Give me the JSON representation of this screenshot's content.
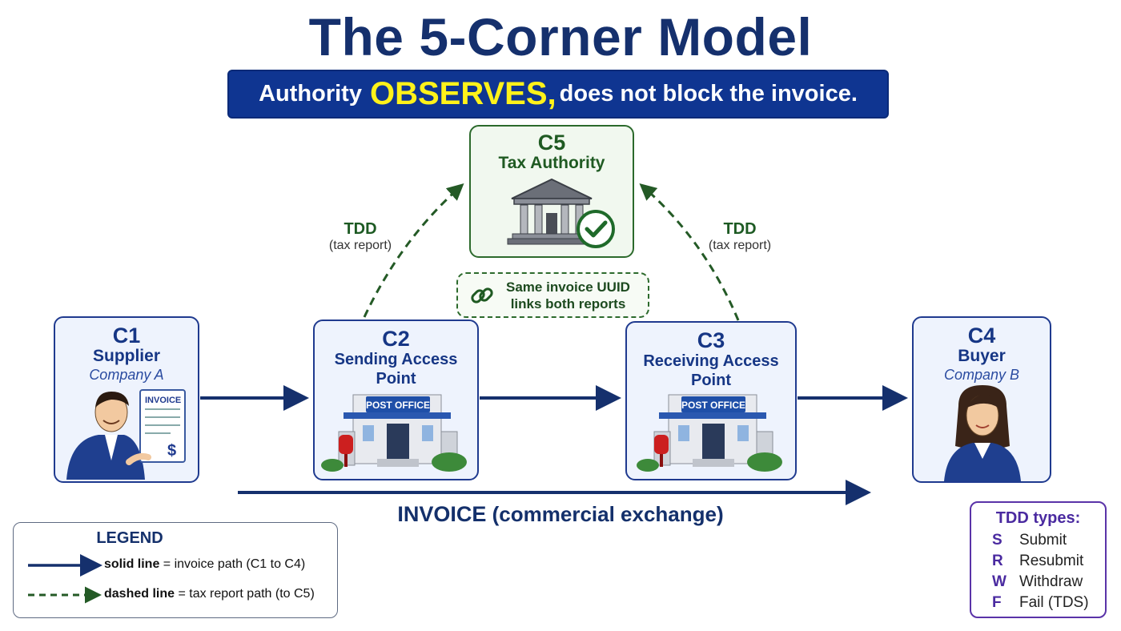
{
  "title": "The 5-Corner Model",
  "subtitle": {
    "before": "Authority",
    "highlight": "OBSERVES,",
    "after": "does not block the invoice."
  },
  "nodes": {
    "c5": {
      "code": "C5",
      "name": "Tax Authority"
    },
    "c1": {
      "code": "C1",
      "name": "Supplier",
      "sub": "Company A",
      "doc": "INVOICE",
      "doc_symbol": "$"
    },
    "c2": {
      "code": "C2",
      "name": "Sending Access Point",
      "sign": "POST OFFICE"
    },
    "c3": {
      "code": "C3",
      "name": "Receiving Access Point",
      "sign": "POST OFFICE"
    },
    "c4": {
      "code": "C4",
      "name": "Buyer",
      "sub": "Company B"
    }
  },
  "tdd_left": {
    "label": "TDD",
    "sub": "(tax report)"
  },
  "tdd_right": {
    "label": "TDD",
    "sub": "(tax report)"
  },
  "uuid_note": {
    "line1": "Same invoice UUID",
    "line2": "links both reports"
  },
  "invoice_caption": {
    "main": "INVOICE",
    "detail": "(commercial exchange)"
  },
  "legend": {
    "title": "LEGEND",
    "solid_key": "solid line",
    "solid_desc": " = invoice path (C1 to C4)",
    "dashed_key": "dashed line",
    "dashed_desc": " = tax report path (to C5)"
  },
  "tdd_types": {
    "title": "TDD types:",
    "items": [
      {
        "key": "S",
        "label": "Submit"
      },
      {
        "key": "R",
        "label": "Resubmit"
      },
      {
        "key": "W",
        "label": "Withdraw"
      },
      {
        "key": "F",
        "label": "Fail (TDS)"
      }
    ]
  },
  "colors": {
    "invoice_path": "#15306d",
    "tax_path": "#245a26",
    "subtitle_bg": "#0f3591",
    "highlight": "#fff21a",
    "tdd_types_accent": "#4a2aa0"
  }
}
